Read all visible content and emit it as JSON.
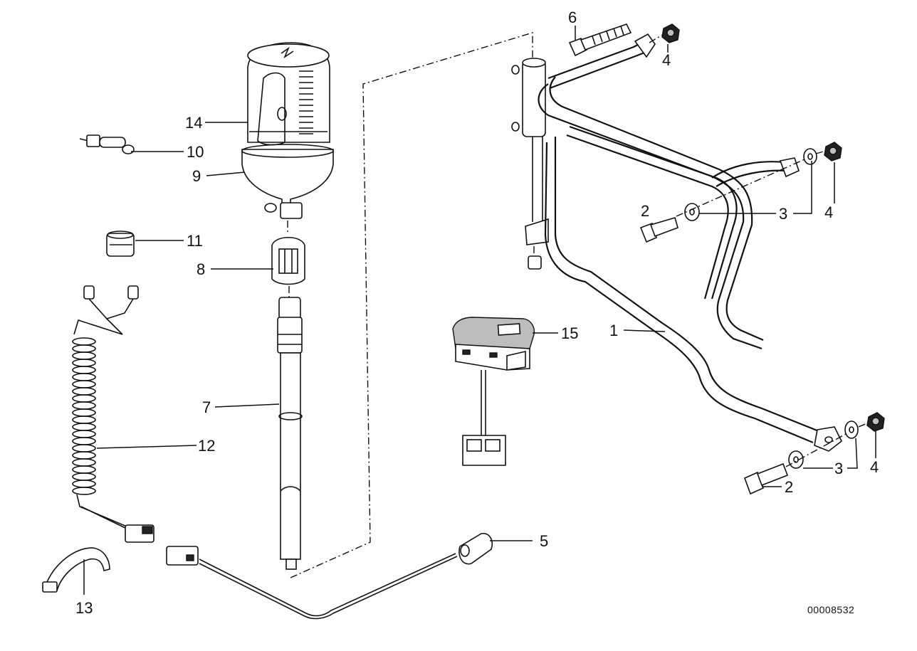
{
  "diagram": {
    "document_code": "00008532",
    "callouts": {
      "c1": "1",
      "c2a": "2",
      "c2b": "2",
      "c3a": "3",
      "c3b": "3",
      "c4a": "4",
      "c4b": "4",
      "c4c": "4",
      "c5": "5",
      "c6": "6",
      "c7": "7",
      "c8": "8",
      "c9": "9",
      "c10": "10",
      "c11": "11",
      "c12": "12",
      "c13": "13",
      "c14": "14",
      "c15": "15"
    }
  }
}
